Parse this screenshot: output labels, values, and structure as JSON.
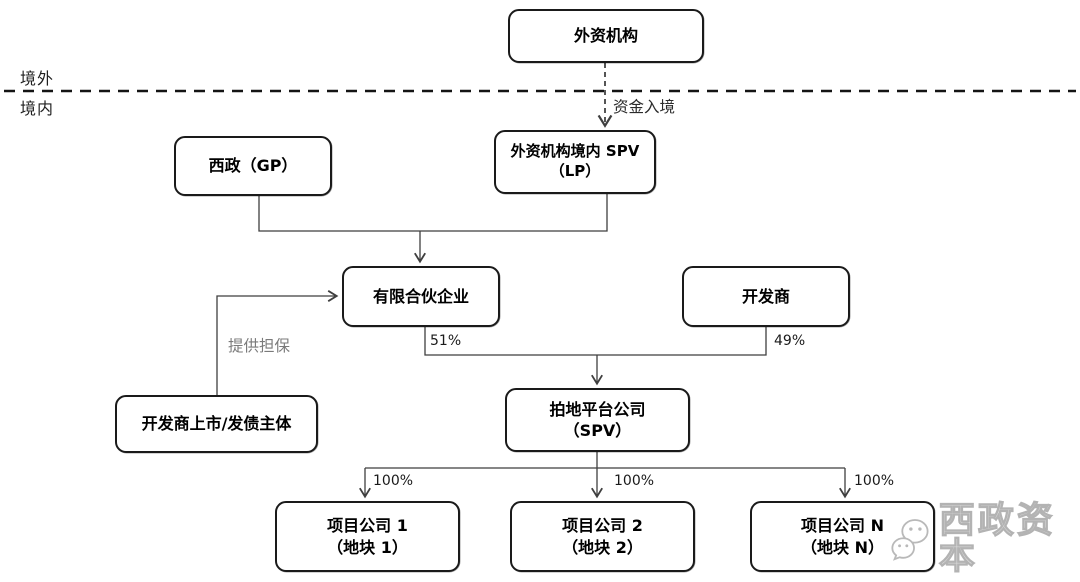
{
  "regions": {
    "outside": "境外",
    "inside": "境内"
  },
  "nodes": {
    "foreign_institution": {
      "label": "外资机构"
    },
    "gp": {
      "label": "西政（GP）"
    },
    "lp": {
      "line1": "外资机构境内 SPV",
      "line2": "（LP）"
    },
    "partnership": {
      "label": "有限合伙企业"
    },
    "developer": {
      "label": "开发商"
    },
    "platform": {
      "line1": "拍地平台公司",
      "line2": "（SPV）"
    },
    "guarantor": {
      "label": "开发商上市/发债主体"
    },
    "project1": {
      "line1": "项目公司 1",
      "line2": "（地块 1）"
    },
    "project2": {
      "line1": "项目公司 2",
      "line2": "（地块 2）"
    },
    "projectN": {
      "line1": "项目公司 N",
      "line2": "（地块 N）"
    }
  },
  "edge_labels": {
    "capital_entry": "资金入境",
    "partnership_share": "51%",
    "developer_share": "49%",
    "guarantee": "提供担保",
    "project1_share": "100%",
    "project2_share": "100%",
    "projectN_share": "100%"
  },
  "watermark": {
    "brand": "西政资本",
    "icon": "wechat-icon"
  },
  "colors": {
    "line": "#3f3f3f",
    "separator": "#141414",
    "box_border": "#1a1a1a",
    "box_fill": "#ffffff",
    "text": "#000000",
    "gray_label": "#7a7a7a",
    "watermark": "#bdbdbd"
  }
}
